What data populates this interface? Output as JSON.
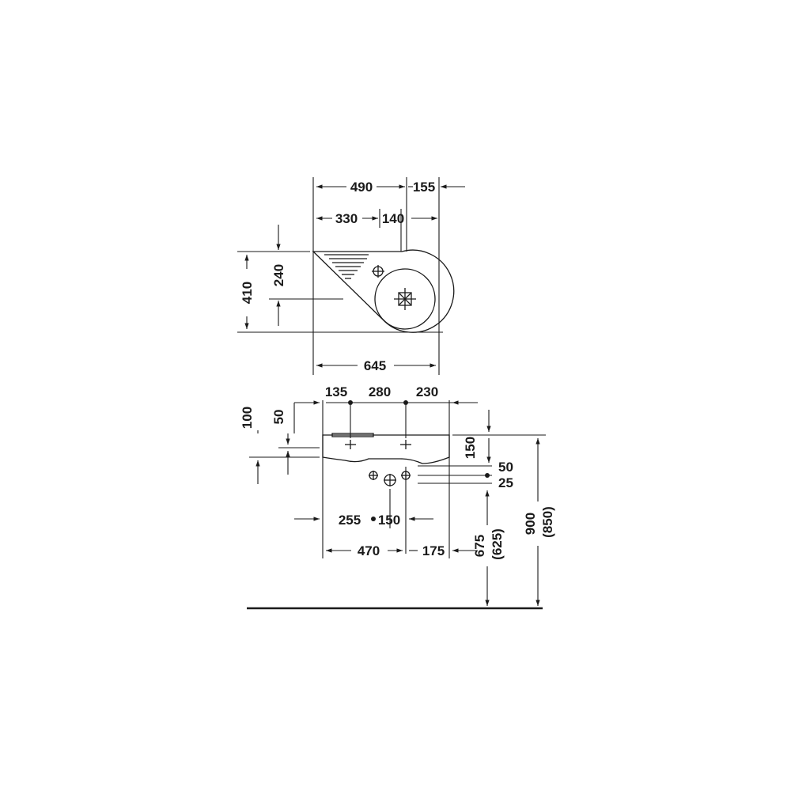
{
  "top_view": {
    "width_basin": "490",
    "width_overhang": "155",
    "offset_drain": "330",
    "offset_tap": "140",
    "depth_total": "410",
    "depth_drain": "240",
    "width_total": "645"
  },
  "front_view": {
    "tap_spacing_left": "135",
    "tap_spacing_mid": "280",
    "tap_spacing_right": "230",
    "height_top": "100",
    "height_rim": "50",
    "height_basin": "150",
    "supply_offset_50": "50",
    "supply_offset_25": "25",
    "supply_left": "255",
    "supply_spacing": "150",
    "bracket_width": "470",
    "bracket_right": "175",
    "install_height": "675",
    "install_height_alt": "(625)",
    "total_height": "900",
    "total_height_alt": "(850)"
  },
  "colors": {
    "line": "#1a1a1a",
    "background": "#ffffff"
  }
}
